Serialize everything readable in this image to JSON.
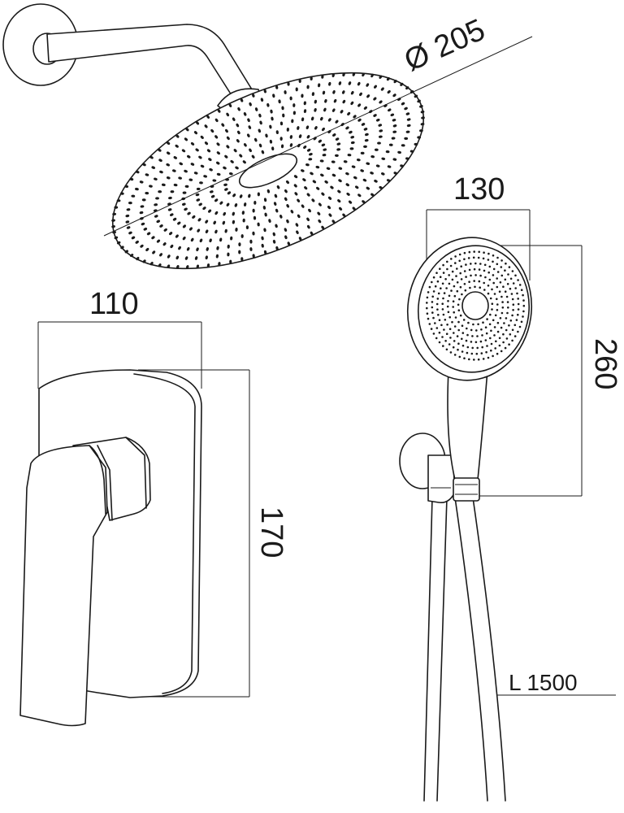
{
  "dimensions": {
    "rain_head_diameter": "Ø 205",
    "hand_shower_width": "130",
    "hand_shower_length": "260",
    "mixer_width": "110",
    "mixer_height": "170",
    "hose_length": "L 1500"
  },
  "colors": {
    "line": "#1a1a1a",
    "background": "#ffffff"
  }
}
